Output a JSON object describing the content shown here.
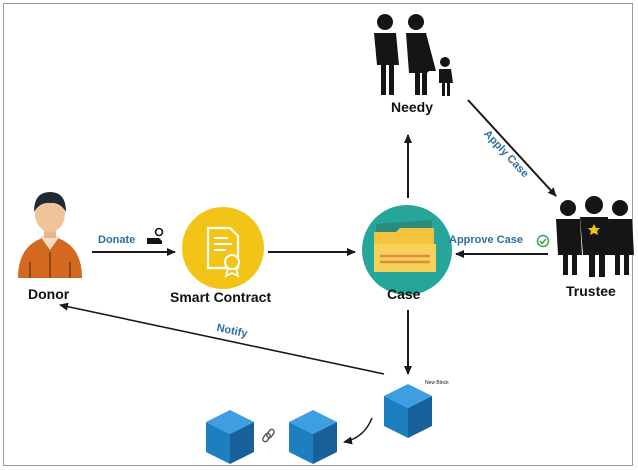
{
  "nodes": {
    "needy": "Needy",
    "trustee": "Trustee",
    "donor": "Donor",
    "smart_contract": "Smart Contract",
    "case": "Case",
    "new_block": "New Block"
  },
  "edges": {
    "apply_case": "Apply Case",
    "approve_case": "Approve Case",
    "donate": "Donate",
    "notify": "Notify"
  },
  "colors": {
    "yellow": "#f2c417",
    "teal": "#26a69a",
    "blue": "#1d7fc0",
    "blue_dark": "#17609a",
    "dark": "#151515",
    "orange": "#d2691e",
    "edge_label": "#2e6f9e",
    "check": "#3aa655"
  }
}
